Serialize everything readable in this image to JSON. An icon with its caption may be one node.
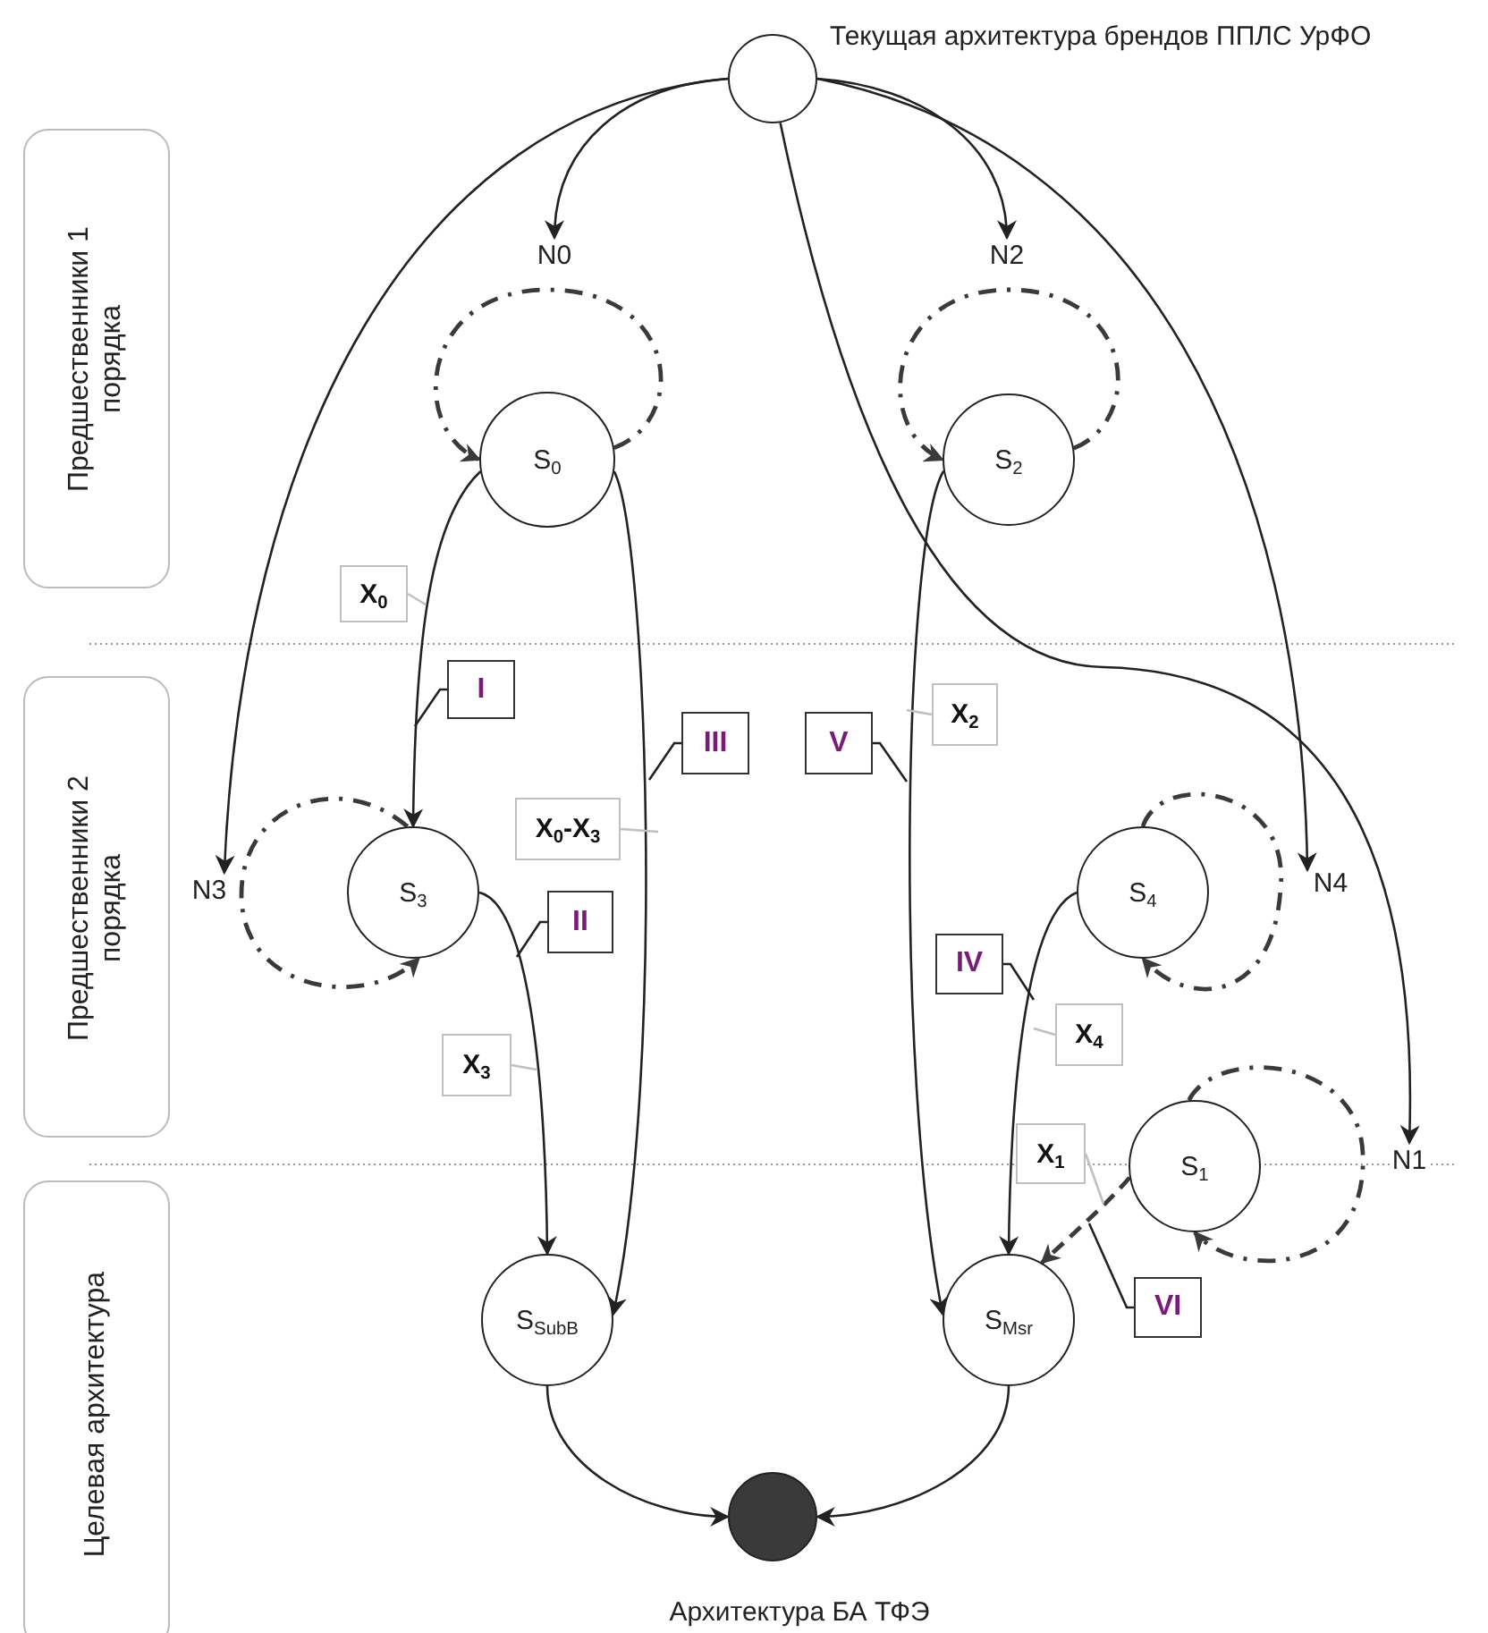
{
  "diagram": {
    "nodes": [
      {
        "text": [
          "Текущая архитектура брендов ППЛС УрФО"
        ]
      },
      {
        "text": [
          "Предшественники 1 порядка"
        ]
      },
      {
        "text": [
          "Предшественники 2 порядка"
        ]
      },
      {
        "text": [
          "Целевая архитектура"
        ]
      },
      {
        "text": [
          "N0"
        ]
      },
      {
        "text": [
          "N2"
        ]
      },
      {
        "text": [
          "S$_{0}$"
        ]
      },
      {
        "text": [
          "S$_{2}$"
        ]
      },
      {
        "text": [
          "N3"
        ]
      },
      {
        "text": [
          "S$_{3}$"
        ]
      },
      {
        "text": [
          "N4"
        ]
      },
      {
        "text": [
          "S$_{4}$"
        ]
      },
      {
        "text": [
          "N1"
        ]
      },
      {
        "text": [
          "S$_{1}$"
        ]
      },
      {
        "text": [
          "S$_{SubB}$"
        ]
      },
      {
        "text": [
          "S$_{Msr}$"
        ]
      },
      {
        "text": [
          "Архитектура БА ТФЭ"
        ]
      },
      {
        "text": [
          "X$_{0}$"
        ]
      },
      {
        "text": [
          "I"
        ]
      },
      {
        "text": [
          "III"
        ]
      },
      {
        "text": [
          "V"
        ]
      },
      {
        "text": [
          "X$_{2}$"
        ]
      },
      {
        "text": [
          "X$_{0}$-X$_{3}$"
        ]
      },
      {
        "text": [
          "II"
        ]
      },
      {
        "text": [
          "IV"
        ]
      },
      {
        "text": [
          "X$_{4}$"
        ]
      },
      {
        "text": [
          "X$_{3}$"
        ]
      },
      {
        "text": [
          "X$_{1}$"
        ]
      },
      {
        "text": [
          "VI"
        ]
      }
    ],
    "edges": [
      {
        "from": 0,
        "to": 4,
        "arrow": "to"
      },
      {
        "from": 0,
        "to": 5,
        "arrow": "to"
      },
      {
        "from": 0,
        "to": 8,
        "arrow": "to"
      },
      {
        "from": 0,
        "to": 10,
        "arrow": "to"
      },
      {
        "from": 0,
        "to": 12,
        "arrow": "to"
      },
      {
        "from": 6,
        "to": 6,
        "arrow": "to",
        "style": "dashed"
      },
      {
        "from": 7,
        "to": 7,
        "arrow": "to",
        "style": "dashed"
      },
      {
        "from": 9,
        "to": 9,
        "arrow": "to",
        "style": "dashed"
      },
      {
        "from": 11,
        "to": 11,
        "arrow": "to",
        "style": "dashed"
      },
      {
        "from": 13,
        "to": 13,
        "arrow": "to",
        "style": "dashed"
      },
      {
        "from": 6,
        "to": 9,
        "arrow": "to"
      },
      {
        "from": 6,
        "to": 14,
        "arrow": "to"
      },
      {
        "from": 9,
        "to": 14,
        "arrow": "to"
      },
      {
        "from": 7,
        "to": 15,
        "arrow": "to"
      },
      {
        "from": 11,
        "to": 15,
        "arrow": "to"
      },
      {
        "from": 13,
        "to": 15,
        "arrow": "to",
        "style": "dashed"
      },
      {
        "from": 14,
        "to": 16,
        "arrow": "to"
      },
      {
        "from": 15,
        "to": 16,
        "arrow": "to"
      },
      {
        "from": 17,
        "to": null,
        "arrow": "none",
        "color": "#bfbfbf"
      },
      {
        "from": 18,
        "to": null,
        "arrow": "none"
      },
      {
        "from": 19,
        "to": null,
        "arrow": "none"
      },
      {
        "from": 20,
        "to": null,
        "arrow": "none"
      },
      {
        "from": 21,
        "to": null,
        "arrow": "none",
        "color": "#bfbfbf"
      },
      {
        "from": 22,
        "to": null,
        "arrow": "none",
        "color": "#bfbfbf"
      },
      {
        "from": 23,
        "to": null,
        "arrow": "none"
      },
      {
        "from": 24,
        "to": null,
        "arrow": "none"
      },
      {
        "from": 25,
        "to": null,
        "arrow": "none",
        "color": "#bfbfbf"
      },
      {
        "from": 26,
        "to": null,
        "arrow": "none",
        "color": "#bfbfbf"
      },
      {
        "from": 27,
        "to": null,
        "arrow": "none",
        "color": "#bfbfbf"
      },
      {
        "from": 28,
        "to": null,
        "arrow": "none"
      }
    ]
  }
}
